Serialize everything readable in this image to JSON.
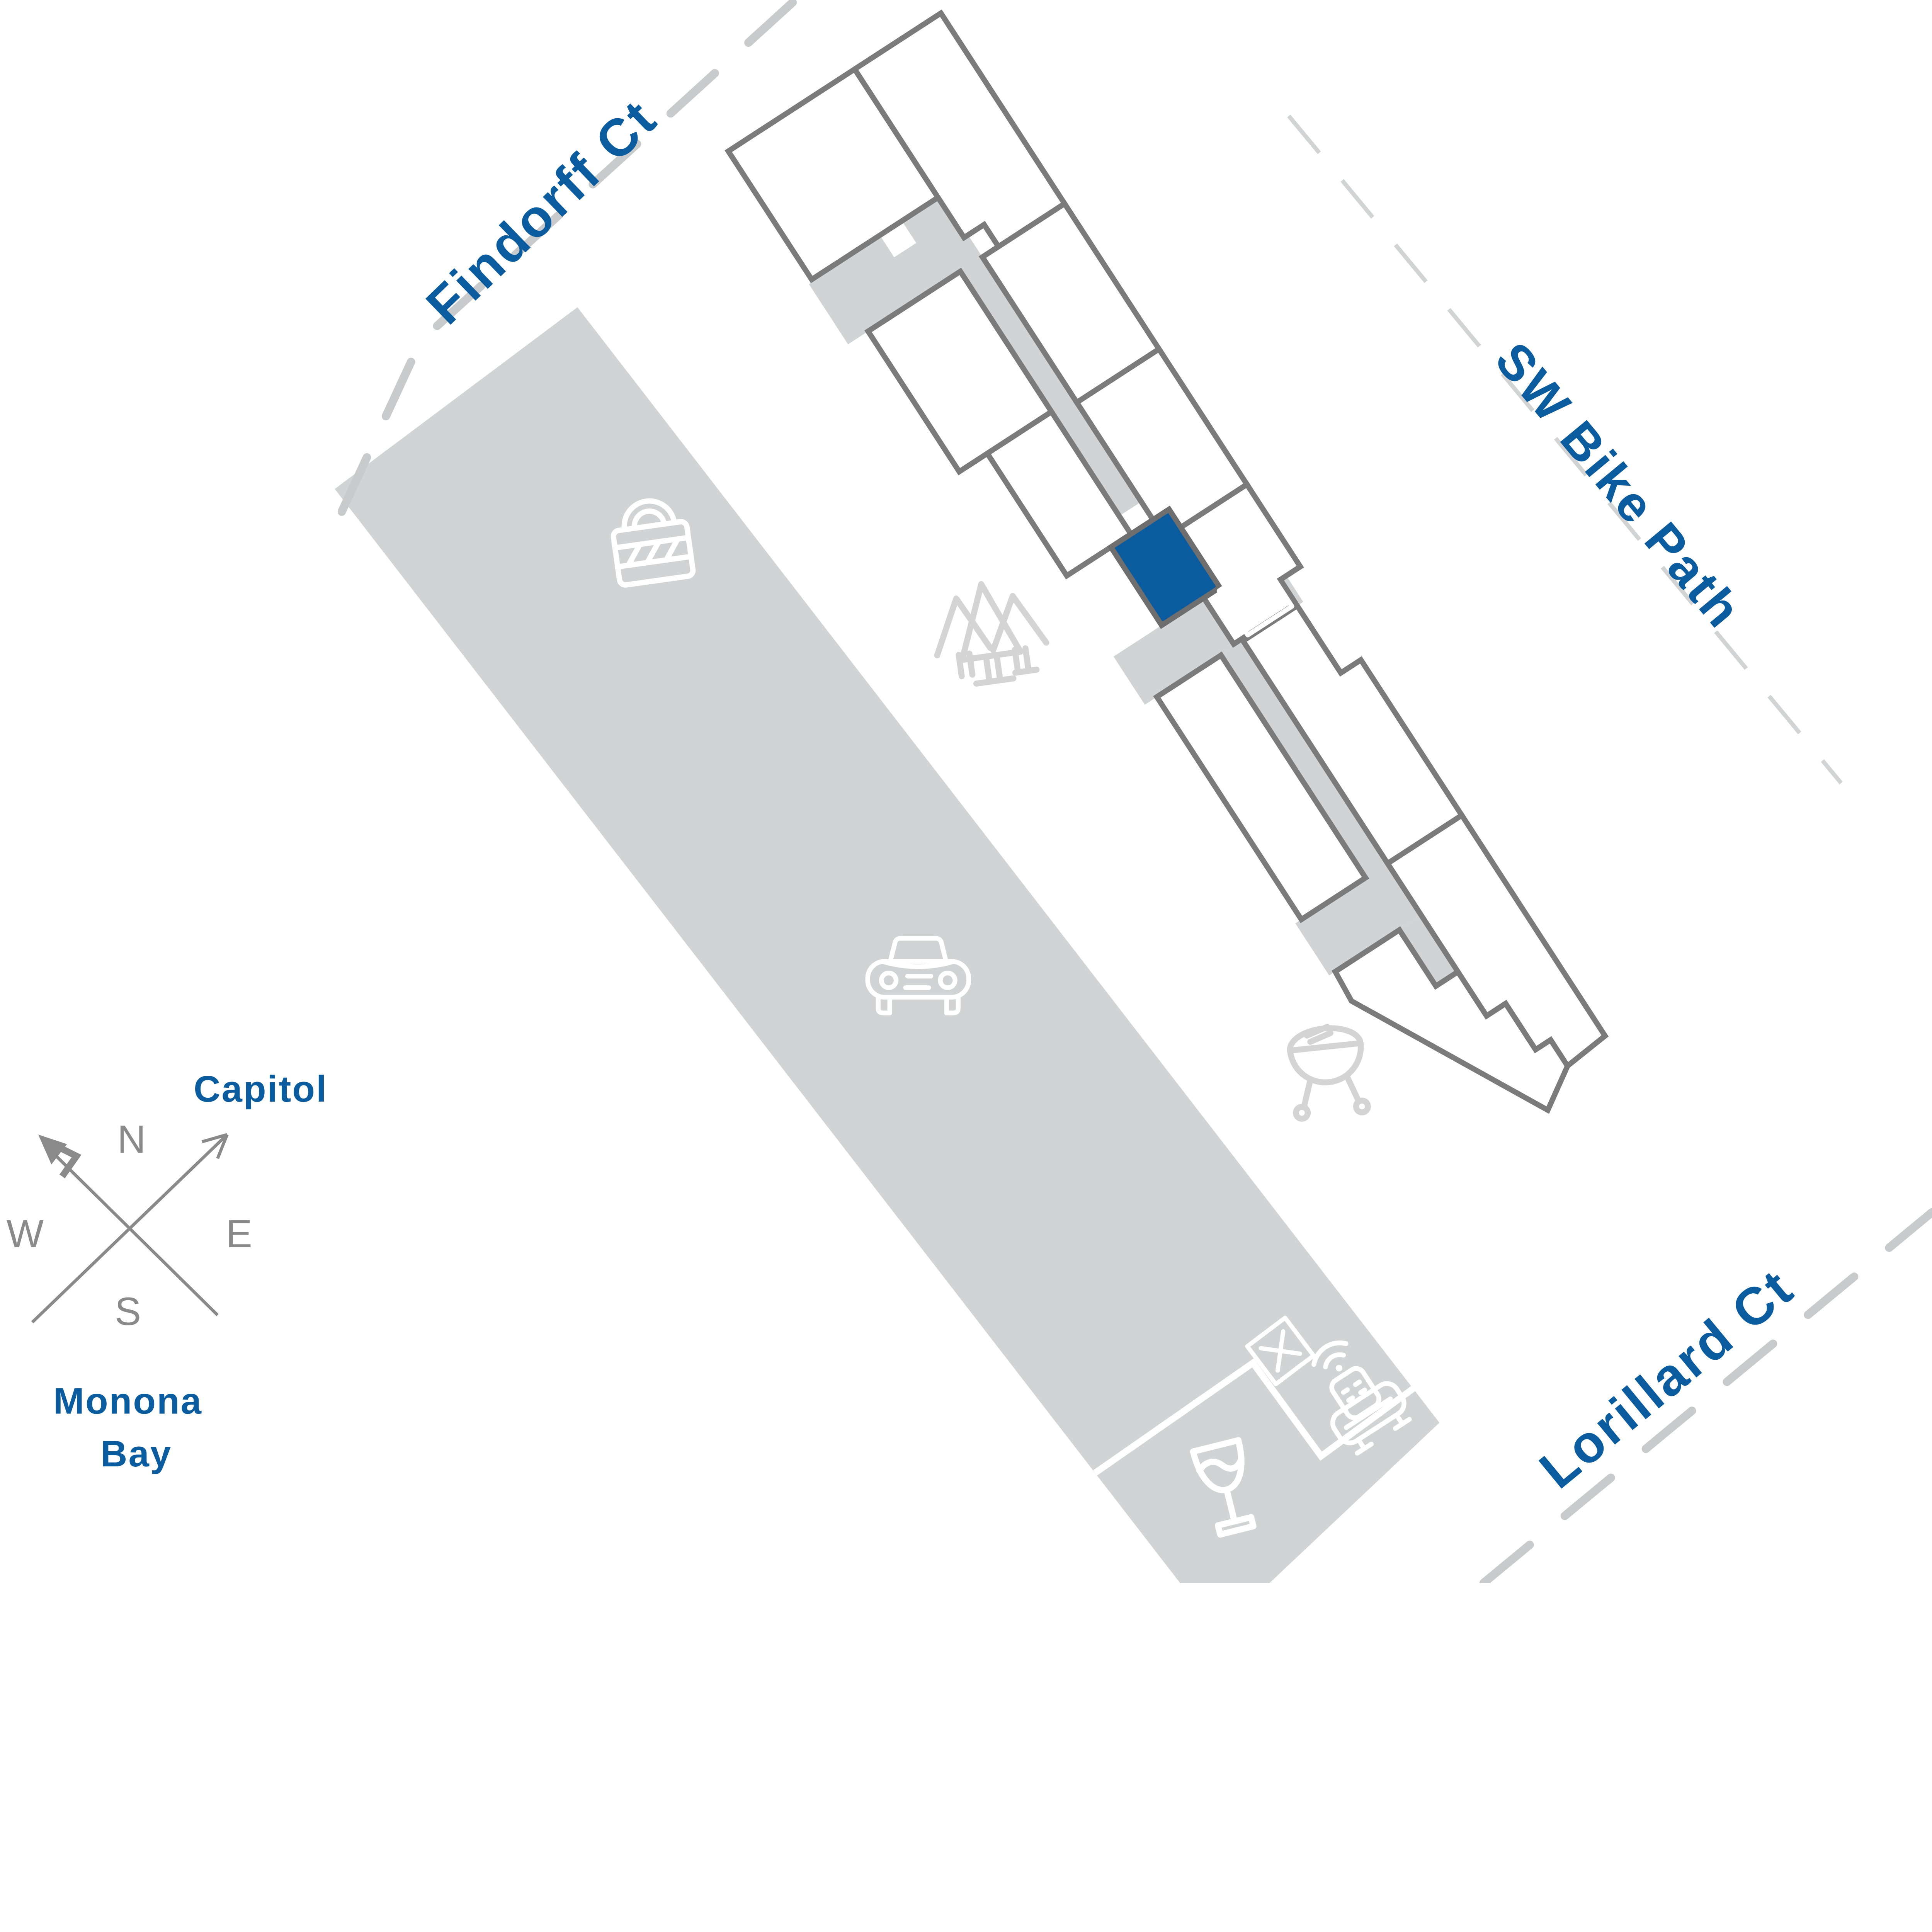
{
  "labels": {
    "findorff": "Findorff Ct",
    "bike_path": "SW Bike Path",
    "lorillard": "Lorillard Ct",
    "capitol": "Capitol",
    "monona_line1": "Monona",
    "monona_line2": "Bay",
    "north": "N",
    "south": "S",
    "east": "E",
    "west": "W"
  },
  "site": {
    "highlighted_unit": "selected-unit",
    "amenity_icons": [
      "storage-lock-icon",
      "parking-car-icon",
      "trees-icon",
      "grill-icon",
      "elevator-x-icon",
      "elevator-x-icon",
      "lounge-chair-wifi-icon",
      "wine-glass-icon"
    ]
  },
  "colors": {
    "accent": "#0A5C9E",
    "site-gray": "#D2D3D4",
    "outline-gray": "#7B7B7B",
    "icon-gray": "#D4D4D5",
    "compass-gray": "#8A8A8A",
    "dash-gray": "#C9CACB"
  }
}
